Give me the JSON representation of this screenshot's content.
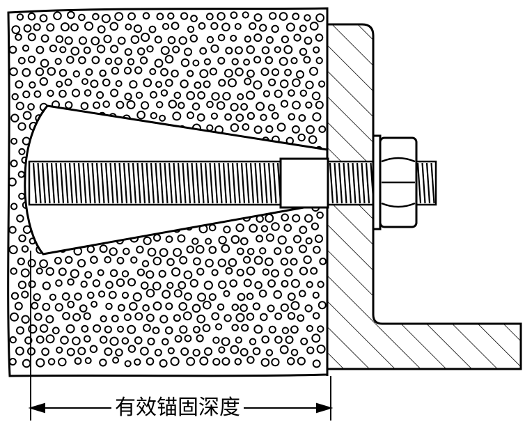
{
  "diagram": {
    "dimension_label": "有效锚固深度",
    "colors": {
      "stroke": "#000000",
      "background": "#ffffff",
      "hatch": "#000000"
    },
    "icons": [
      "concrete-aggregate-texture",
      "steel-angle-hatch",
      "threaded-rod",
      "hex-nut",
      "washer",
      "dimension-arrow"
    ]
  }
}
